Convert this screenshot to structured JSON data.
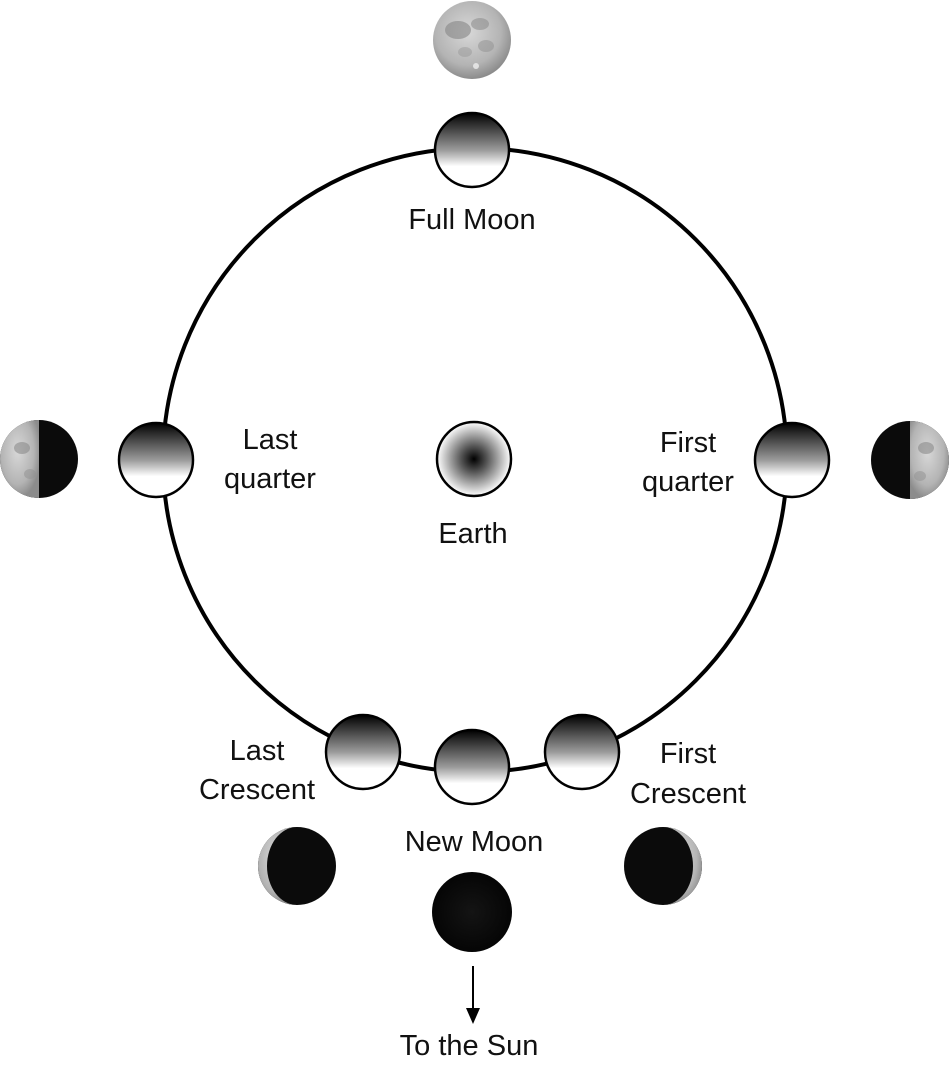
{
  "labels": {
    "full_moon": "Full Moon",
    "last_quarter_line1": "Last",
    "last_quarter_line2": "quarter",
    "first_quarter_line1": "First",
    "first_quarter_line2": "quarter",
    "earth": "Earth",
    "last_crescent_line1": "Last",
    "last_crescent_line2": "Crescent",
    "first_crescent_line1": "First",
    "first_crescent_line2": "Crescent",
    "new_moon": "New Moon",
    "to_the_sun": "To the Sun"
  },
  "icons": {
    "orbit": "orbit-circle-icon",
    "earth": "earth-icon",
    "moon_positions": "moon-position-icon",
    "moon_appearance": "moon-appearance-icon",
    "arrow": "arrow-down-icon"
  },
  "colors": {
    "line": "#000000",
    "moon_surface": "#bdbdbd",
    "moon_dark": "#0b0b0b",
    "shadow": "#000000",
    "lit": "#ffffff"
  }
}
